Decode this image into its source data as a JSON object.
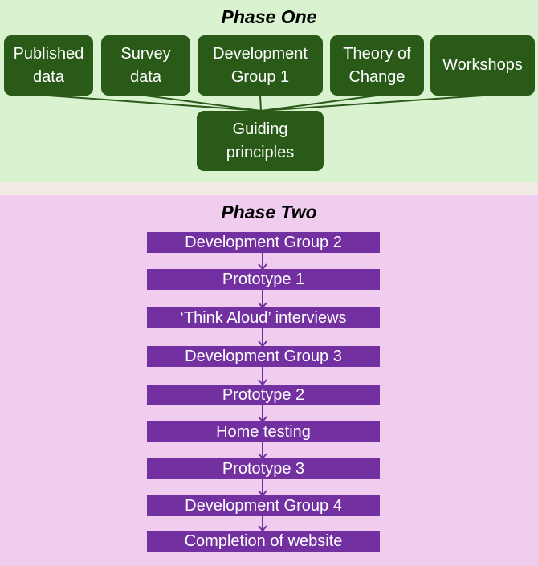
{
  "phase_one": {
    "title": "Phase One",
    "inputs": [
      "Published data",
      "Survey data",
      "Development Group 1",
      "Theory of Change",
      "Workshops"
    ],
    "output": "Guiding principles"
  },
  "phase_two": {
    "title": "Phase Two",
    "steps": [
      "Development Group 2",
      "Prototype 1",
      "‘Think Aloud’ interviews",
      "Development Group 3",
      "Prototype 2",
      "Home testing",
      "Prototype 3",
      "Development Group 4",
      "Completion of website"
    ]
  },
  "colors": {
    "phase_one_bg": "#d9f2d0",
    "phase_two_bg": "#f0cdee",
    "green_box": "#295a18",
    "purple_box": "#7330a0"
  }
}
